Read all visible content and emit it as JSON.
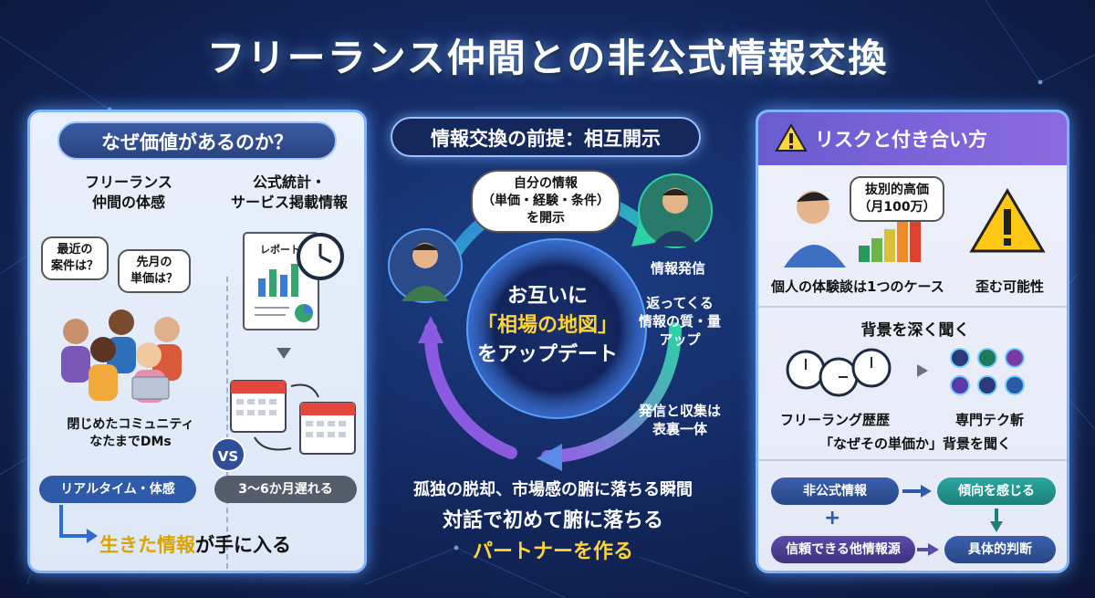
{
  "title": "フリーランス仲間との非公式情報交換",
  "left": {
    "heading": "なぜ価値があるのか？",
    "col1_title": "フリーランス\n仲間の体感",
    "col2_title": "公式統計・\nサービス掲載情報",
    "bubble1": "最近の\n案件は？",
    "bubble2": "先月の\n単価は？",
    "vs": "VS",
    "report_label": "レポート",
    "community": "閉じめたコミュニティ\nなたまでDMs",
    "tag_realtime": "リアルタイム・体感",
    "tag_delay": "3〜6か月遅れる",
    "bottom_hl": "生きた情報",
    "bottom_rest": "が手に入る"
  },
  "center": {
    "heading": "情報交換の前提：相互開示",
    "bubble": "自分の情報\n（単価・経験・条件）\nを開示",
    "send": "情報発信",
    "return": "返ってくる\n情報の質・量\nアップ",
    "mutual": "発信と収集は\n表裏一体",
    "core_1": "お互いに",
    "core_2": "「相場の地図」",
    "core_3": "をアップデート",
    "bottom_1": "孤独の脱却、市場感の腑に落ちる瞬間",
    "bottom_2": "対話で初めて腑に落ちる",
    "bottom_3": "パートナーを作る"
  },
  "right": {
    "heading": "リスクと付き合い方",
    "price_bubble": "抜別的高価\n（月100万）",
    "case": "個人の体験談は1つのケース",
    "distort": "歪む可能性",
    "deep_heading": "背景を深く聞く",
    "history": "フリーラング歴歴",
    "tech": "専門テク斬",
    "why": "「なぜその単価か」背景を聞く",
    "informal": "非公式情報",
    "trend": "傾向を感じる",
    "plus": "+",
    "reliable": "信頼できる他情報源",
    "judge": "具体的判断"
  },
  "colors": {
    "accent_blue": "#2f5aa8",
    "highlight_yellow": "#ffd43b",
    "panel_border": "#7fb2ff",
    "teal": "#1fb5a6"
  }
}
